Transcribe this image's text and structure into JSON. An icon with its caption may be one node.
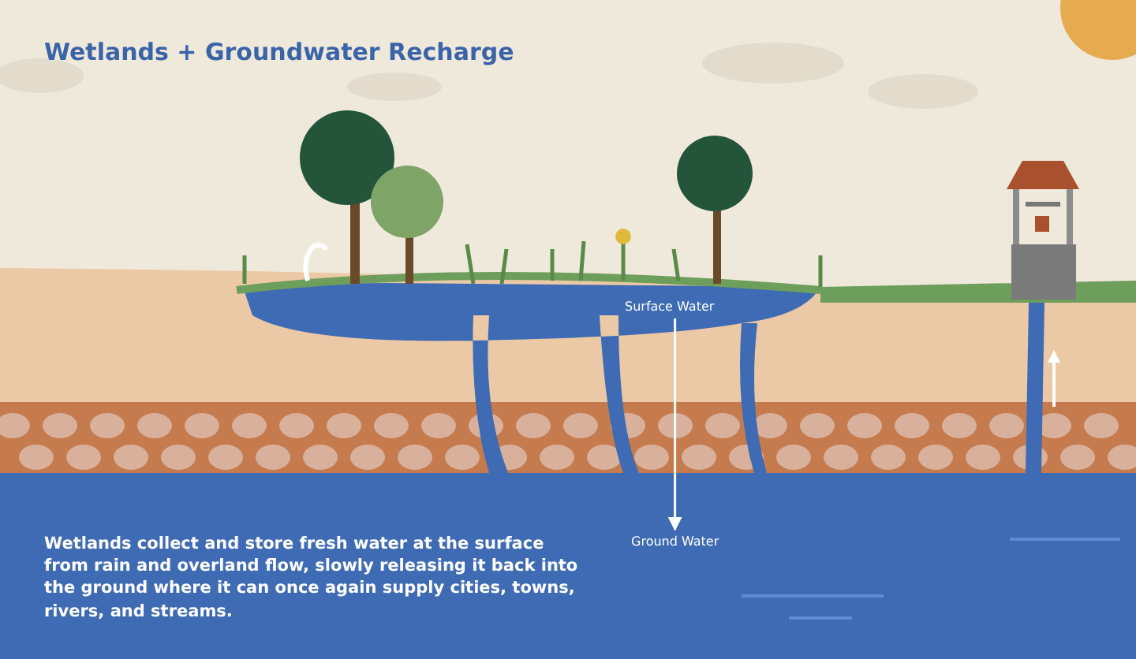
{
  "diagram": {
    "title": "Wetlands + Groundwater Recharge",
    "nodes": [
      {
        "text": [
          "Surface Water"
        ]
      },
      {
        "text": [
          "Ground Water"
        ]
      }
    ],
    "edges": [
      {
        "from": 0,
        "to": 1,
        "arrow": "to"
      }
    ],
    "labels": [
      "Wetlands collect and store fresh water at the surface from rain and overland flow, slowly releasing it back into the ground where it can once again supply cities, towns, rivers, and streams."
    ]
  }
}
